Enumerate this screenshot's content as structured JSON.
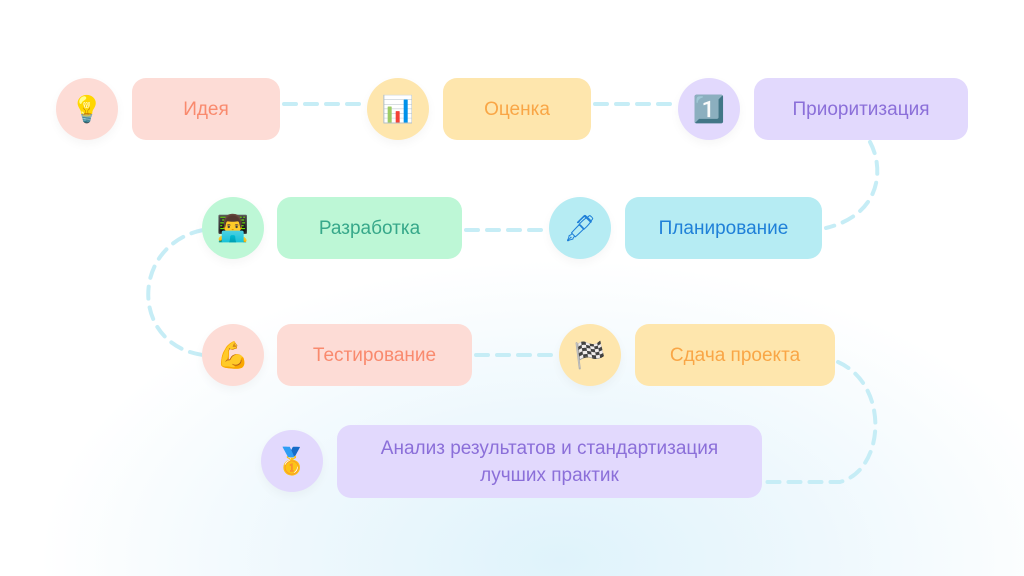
{
  "steps": [
    {
      "label": "Идея",
      "icon": "lightbulb-icon",
      "glyph": "💡"
    },
    {
      "label": "Оценка",
      "icon": "bar-chart-icon",
      "glyph": "📊"
    },
    {
      "label": "Приоритизация",
      "icon": "number-one-icon",
      "glyph": "1️⃣"
    },
    {
      "label": "Планирование",
      "icon": "fountain-pen-icon",
      "glyph": "🖋"
    },
    {
      "label": "Разработка",
      "icon": "developer-laptop-icon",
      "glyph": "👨‍💻"
    },
    {
      "label": "Тестирование",
      "icon": "flexed-biceps-icon",
      "glyph": "💪"
    },
    {
      "label": "Сдача проекта",
      "icon": "checkered-flags-icon",
      "glyph": "🏁"
    },
    {
      "label": "Анализ результатов и стандартизация лучших практик",
      "icon": "medal-icon",
      "glyph": "🥇"
    }
  ],
  "colors": {
    "pink": "#fddcd6",
    "yellow": "#fee6ad",
    "purple": "#e2d9fd",
    "green": "#bdf7d6",
    "cyan": "#b6ecf3",
    "dash": "#c6edf6"
  }
}
